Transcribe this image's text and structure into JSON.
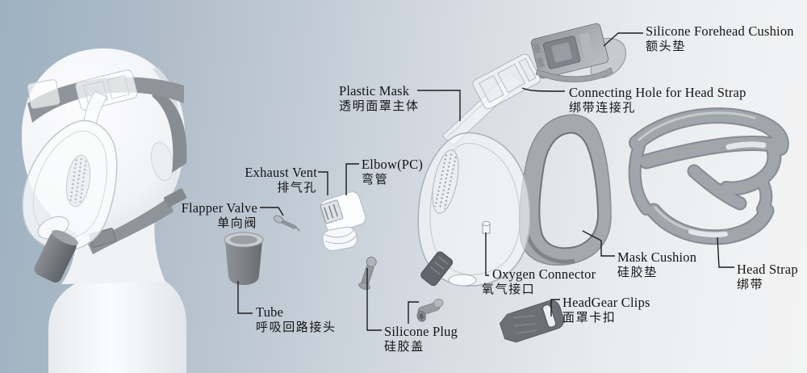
{
  "palette": {
    "background_left": "#9db1c1",
    "background_right": "#f2f3f3",
    "label_text": "#141414",
    "strap_gray": "#a1a6ac",
    "dark_part_gray": "#6b7076",
    "clear_plastic_outline": "#a9b0b7"
  },
  "labels": {
    "silicone_forehead_cushion": {
      "en": "Silicone Forehead Cushion",
      "zh": "额头垫"
    },
    "connecting_hole": {
      "en": "Connecting Hole for Head Strap",
      "zh": "绑带连接孔"
    },
    "plastic_mask": {
      "en": "Plastic Mask",
      "zh": "透明面罩主体"
    },
    "exhaust_vent": {
      "en": "Exhaust Vent",
      "zh": "排气孔"
    },
    "elbow": {
      "en": "Elbow(PC)",
      "zh": "弯管"
    },
    "flapper_valve": {
      "en": "Flapper Valve",
      "zh": "单向阀"
    },
    "tube": {
      "en": "Tube",
      "zh": "呼吸回路接头"
    },
    "silicone_plug": {
      "en": "Silicone Plug",
      "zh": "硅胶盖"
    },
    "oxygen_connector": {
      "en": "Oxygen Connector",
      "zh": "氧气接口"
    },
    "mask_cushion": {
      "en": "Mask Cushion",
      "zh": "硅胶垫"
    },
    "head_strap": {
      "en": "Head Strap",
      "zh": "绑带"
    },
    "headgear_clips": {
      "en": "HeadGear Clips",
      "zh": "面罩卡扣"
    }
  }
}
